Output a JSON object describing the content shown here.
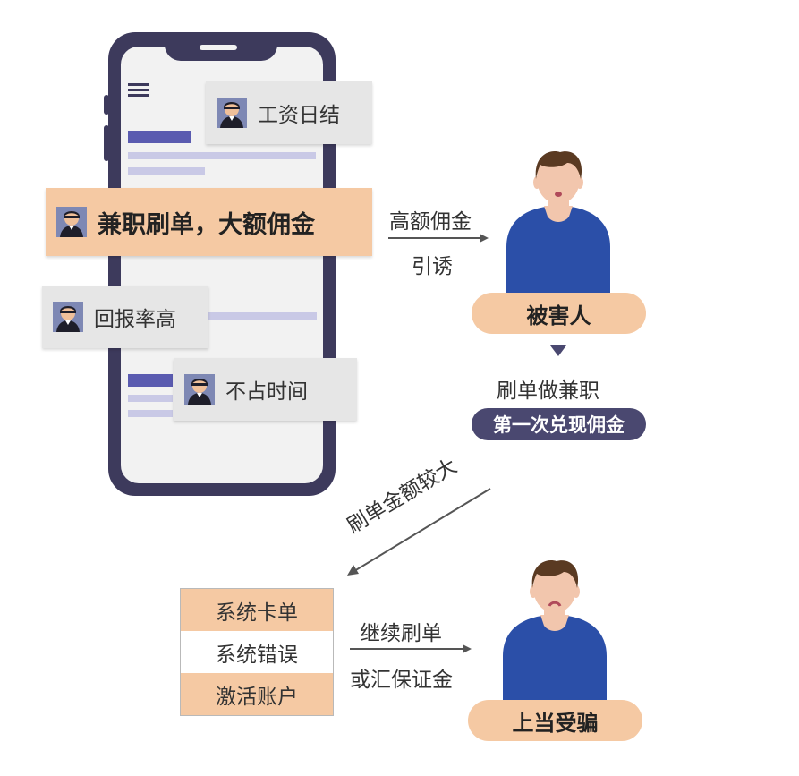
{
  "cards": {
    "salary": "工资日结",
    "main": "兼职刷单，大额佣金",
    "return": "回报率高",
    "time": "不占时间"
  },
  "flow": {
    "lure_line1": "高额佣金",
    "lure_line2": "引诱",
    "victim_label": "被害人",
    "task": "刷单做兼职",
    "first_payout": "第一次兑现佣金",
    "big_amount": "刷单金额较大",
    "continue_line1": "继续刷单",
    "continue_line2": "或汇保证金",
    "deceived": "上当受骗"
  },
  "system_issues": [
    "系统卡单",
    "系统错误",
    "激活账户"
  ],
  "colors": {
    "phone": "#3d3a5c",
    "peach": "#f5c9a3",
    "accent_blue": "#5a5bb0",
    "shirt": "#2b4fa8"
  },
  "icons": [
    "scammer-avatar-icon",
    "victim-person-icon",
    "menu-icon",
    "arrow-icon"
  ]
}
